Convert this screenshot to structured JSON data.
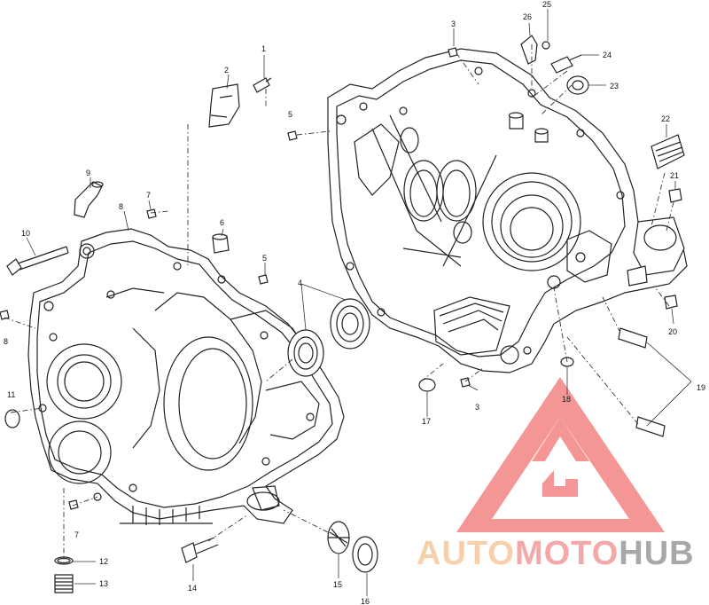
{
  "callouts": [
    {
      "id": "c1",
      "label": "1"
    },
    {
      "id": "c2",
      "label": "2"
    },
    {
      "id": "c3a",
      "label": "3"
    },
    {
      "id": "c3b",
      "label": "3"
    },
    {
      "id": "c4",
      "label": "4"
    },
    {
      "id": "c5a",
      "label": "5"
    },
    {
      "id": "c5b",
      "label": "5"
    },
    {
      "id": "c6",
      "label": "6"
    },
    {
      "id": "c7a",
      "label": "7"
    },
    {
      "id": "c7b",
      "label": "7"
    },
    {
      "id": "c8a",
      "label": "8"
    },
    {
      "id": "c8b",
      "label": "8"
    },
    {
      "id": "c9",
      "label": "9"
    },
    {
      "id": "c10",
      "label": "10"
    },
    {
      "id": "c11",
      "label": "11"
    },
    {
      "id": "c12",
      "label": "12"
    },
    {
      "id": "c13",
      "label": "13"
    },
    {
      "id": "c14",
      "label": "14"
    },
    {
      "id": "c15",
      "label": "15"
    },
    {
      "id": "c16",
      "label": "16"
    },
    {
      "id": "c17",
      "label": "17"
    },
    {
      "id": "c18",
      "label": "18"
    },
    {
      "id": "c19",
      "label": "19"
    },
    {
      "id": "c20",
      "label": "20"
    },
    {
      "id": "c21",
      "label": "21"
    },
    {
      "id": "c22",
      "label": "22"
    },
    {
      "id": "c23",
      "label": "23"
    },
    {
      "id": "c24",
      "label": "24"
    },
    {
      "id": "c25",
      "label": "25"
    },
    {
      "id": "c26",
      "label": "26"
    }
  ],
  "watermark": {
    "word_1": "AUTO",
    "word_2": "MOTO",
    "word_3": "HUB",
    "color_1": "#f6c79a",
    "color_2": "#f39a9a",
    "color_3": "#9a9a9a",
    "logo_color": "#f05a5a"
  }
}
